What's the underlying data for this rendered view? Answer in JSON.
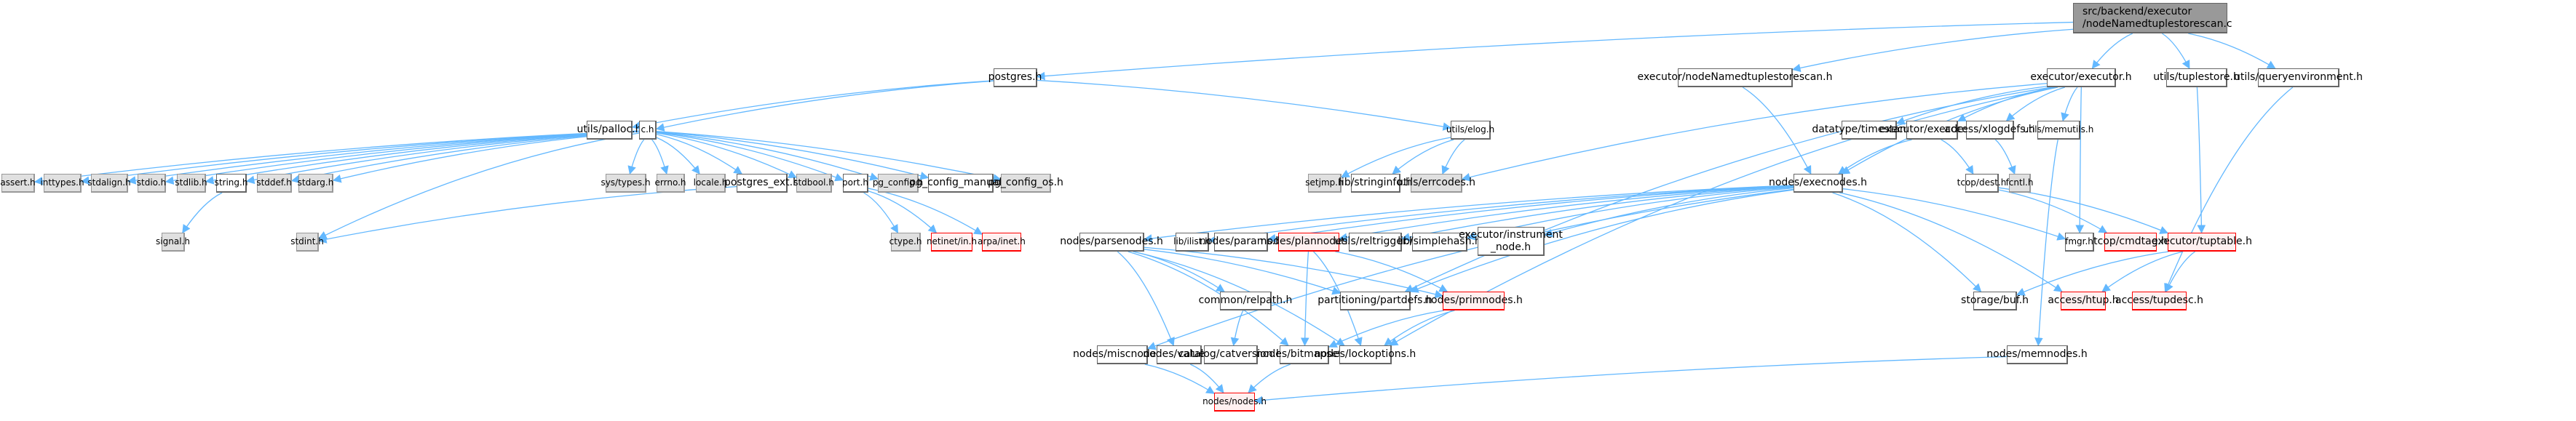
{
  "title": "src/backend/executor/nodeNamedtuplestorescan.c include dependency graph",
  "colors": {
    "edge": "#63b8ff",
    "root_fill": "#999999",
    "system_fill": "#e0e0e0",
    "missing_fill": "#fff0f0",
    "missing_border": "#ff0000"
  },
  "nodes": [
    {
      "id": "root",
      "label": "src/backend/executor\n/nodeNamedtuplestorescan.c",
      "kind": "root"
    },
    {
      "id": "postgres",
      "label": "postgres.h",
      "kind": "normal"
    },
    {
      "id": "nnts_h",
      "label": "executor/nodeNamedtuplestorescan.h",
      "kind": "normal"
    },
    {
      "id": "executor",
      "label": "executor/executor.h",
      "kind": "normal"
    },
    {
      "id": "tuplestore",
      "label": "utils/tuplestore.h",
      "kind": "normal"
    },
    {
      "id": "queryenv",
      "label": "utils/queryenvironment.h",
      "kind": "normal"
    },
    {
      "id": "palloc",
      "label": "utils/palloc.h",
      "kind": "normal"
    },
    {
      "id": "c",
      "label": "c.h",
      "kind": "normal"
    },
    {
      "id": "elog",
      "label": "utils/elog.h",
      "kind": "normal"
    },
    {
      "id": "timestamp",
      "label": "datatype/timestamp.h",
      "kind": "normal"
    },
    {
      "id": "execdesc",
      "label": "executor/execdesc.h",
      "kind": "normal"
    },
    {
      "id": "xlogdefs",
      "label": "access/xlogdefs.h",
      "kind": "normal"
    },
    {
      "id": "memutils",
      "label": "utils/memutils.h",
      "kind": "normal"
    },
    {
      "id": "assert",
      "label": "assert.h",
      "kind": "system"
    },
    {
      "id": "inttypes",
      "label": "inttypes.h",
      "kind": "system"
    },
    {
      "id": "stdalign",
      "label": "stdalign.h",
      "kind": "system"
    },
    {
      "id": "stdio",
      "label": "stdio.h",
      "kind": "system"
    },
    {
      "id": "stdlib",
      "label": "stdlib.h",
      "kind": "system"
    },
    {
      "id": "string",
      "label": "string.h",
      "kind": "normal"
    },
    {
      "id": "stddef",
      "label": "stddef.h",
      "kind": "system"
    },
    {
      "id": "stdarg",
      "label": "stdarg.h",
      "kind": "system"
    },
    {
      "id": "systypes",
      "label": "sys/types.h",
      "kind": "system"
    },
    {
      "id": "errno",
      "label": "errno.h",
      "kind": "system"
    },
    {
      "id": "locale",
      "label": "locale.h",
      "kind": "system"
    },
    {
      "id": "postgres_ext",
      "label": "postgres_ext.h",
      "kind": "normal"
    },
    {
      "id": "stdbool",
      "label": "stdbool.h",
      "kind": "system"
    },
    {
      "id": "port",
      "label": "port.h",
      "kind": "normal"
    },
    {
      "id": "pg_config",
      "label": "pg_config.h",
      "kind": "system"
    },
    {
      "id": "pg_config_manual",
      "label": "pg_config_manual.h",
      "kind": "normal"
    },
    {
      "id": "pg_config_os",
      "label": "pg_config_os.h",
      "kind": "system"
    },
    {
      "id": "setjmp",
      "label": "setjmp.h",
      "kind": "system"
    },
    {
      "id": "stringinfo",
      "label": "lib/stringinfo.h",
      "kind": "normal"
    },
    {
      "id": "errcodes",
      "label": "utils/errcodes.h",
      "kind": "system"
    },
    {
      "id": "execnodes",
      "label": "nodes/execnodes.h",
      "kind": "normal"
    },
    {
      "id": "dest",
      "label": "tcop/dest.h",
      "kind": "normal"
    },
    {
      "id": "fcntl",
      "label": "fcntl.h",
      "kind": "system"
    },
    {
      "id": "signal",
      "label": "signal.h",
      "kind": "system"
    },
    {
      "id": "stdint",
      "label": "stdint.h",
      "kind": "system"
    },
    {
      "id": "ctype",
      "label": "ctype.h",
      "kind": "system"
    },
    {
      "id": "netinet",
      "label": "netinet/in.h",
      "kind": "missing"
    },
    {
      "id": "arpa",
      "label": "arpa/inet.h",
      "kind": "missing"
    },
    {
      "id": "parsenodes",
      "label": "nodes/parsenodes.h",
      "kind": "normal"
    },
    {
      "id": "ilist",
      "label": "lib/ilist.h",
      "kind": "normal"
    },
    {
      "id": "params",
      "label": "nodes/params.h",
      "kind": "normal"
    },
    {
      "id": "plannodes",
      "label": "nodes/plannodes.h",
      "kind": "missing"
    },
    {
      "id": "reltrigger",
      "label": "utils/reltrigger.h",
      "kind": "normal"
    },
    {
      "id": "simplehash",
      "label": "lib/simplehash.h",
      "kind": "normal"
    },
    {
      "id": "instrument",
      "label": "executor/instrument\n_node.h",
      "kind": "normal"
    },
    {
      "id": "fmgr",
      "label": "fmgr.h",
      "kind": "normal"
    },
    {
      "id": "cmdtag",
      "label": "tcop/cmdtag.h",
      "kind": "missing"
    },
    {
      "id": "tuptable",
      "label": "executor/tuptable.h",
      "kind": "missing"
    },
    {
      "id": "relpath",
      "label": "common/relpath.h",
      "kind": "normal"
    },
    {
      "id": "partdefs",
      "label": "partitioning/partdefs.h",
      "kind": "normal"
    },
    {
      "id": "primnodes",
      "label": "nodes/primnodes.h",
      "kind": "missing"
    },
    {
      "id": "storagebuf",
      "label": "storage/buf.h",
      "kind": "normal"
    },
    {
      "id": "htup",
      "label": "access/htup.h",
      "kind": "missing"
    },
    {
      "id": "tupdesc",
      "label": "access/tupdesc.h",
      "kind": "missing"
    },
    {
      "id": "miscnodes",
      "label": "nodes/miscnodes.h",
      "kind": "normal"
    },
    {
      "id": "value",
      "label": "nodes/value.h",
      "kind": "normal"
    },
    {
      "id": "catversion",
      "label": "catalog/catversion.h",
      "kind": "normal"
    },
    {
      "id": "bitmapset",
      "label": "nodes/bitmapset.h",
      "kind": "normal"
    },
    {
      "id": "lockoptions",
      "label": "nodes/lockoptions.h",
      "kind": "normal"
    },
    {
      "id": "memnodes",
      "label": "nodes/memnodes.h",
      "kind": "normal"
    },
    {
      "id": "nodes",
      "label": "nodes/nodes.h",
      "kind": "missing"
    }
  ],
  "edges": [
    [
      "root",
      "postgres"
    ],
    [
      "root",
      "nnts_h"
    ],
    [
      "root",
      "executor"
    ],
    [
      "root",
      "tuplestore"
    ],
    [
      "root",
      "queryenv"
    ],
    [
      "postgres",
      "palloc"
    ],
    [
      "postgres",
      "c"
    ],
    [
      "postgres",
      "elog"
    ],
    [
      "c",
      "assert"
    ],
    [
      "c",
      "inttypes"
    ],
    [
      "c",
      "stdalign"
    ],
    [
      "c",
      "stdio"
    ],
    [
      "c",
      "stdlib"
    ],
    [
      "c",
      "string"
    ],
    [
      "c",
      "stddef"
    ],
    [
      "c",
      "stdarg"
    ],
    [
      "c",
      "systypes"
    ],
    [
      "c",
      "errno"
    ],
    [
      "c",
      "locale"
    ],
    [
      "c",
      "postgres_ext"
    ],
    [
      "c",
      "stdbool"
    ],
    [
      "c",
      "port"
    ],
    [
      "c",
      "pg_config"
    ],
    [
      "c",
      "pg_config_manual"
    ],
    [
      "c",
      "pg_config_os"
    ],
    [
      "c",
      "stdint"
    ],
    [
      "string",
      "signal"
    ],
    [
      "postgres_ext",
      "stdint"
    ],
    [
      "port",
      "ctype"
    ],
    [
      "port",
      "netinet"
    ],
    [
      "port",
      "arpa"
    ],
    [
      "elog",
      "setjmp"
    ],
    [
      "elog",
      "stringinfo"
    ],
    [
      "elog",
      "errcodes"
    ],
    [
      "nnts_h",
      "execnodes"
    ],
    [
      "executor",
      "timestamp"
    ],
    [
      "executor",
      "execdesc"
    ],
    [
      "executor",
      "xlogdefs"
    ],
    [
      "executor",
      "memutils"
    ],
    [
      "executor",
      "execnodes"
    ],
    [
      "executor",
      "fmgr"
    ],
    [
      "executor",
      "partdefs"
    ],
    [
      "executor",
      "lockoptions"
    ],
    [
      "executor",
      "errcodes"
    ],
    [
      "execdesc",
      "execnodes"
    ],
    [
      "execdesc",
      "dest"
    ],
    [
      "xlogdefs",
      "fcntl"
    ],
    [
      "dest",
      "cmdtag"
    ],
    [
      "dest",
      "tuptable"
    ],
    [
      "tuplestore",
      "tuptable"
    ],
    [
      "queryenv",
      "tupdesc"
    ],
    [
      "memutils",
      "memnodes"
    ],
    [
      "execnodes",
      "parsenodes"
    ],
    [
      "execnodes",
      "ilist"
    ],
    [
      "execnodes",
      "params"
    ],
    [
      "execnodes",
      "plannodes"
    ],
    [
      "execnodes",
      "reltrigger"
    ],
    [
      "execnodes",
      "simplehash"
    ],
    [
      "execnodes",
      "instrument"
    ],
    [
      "execnodes",
      "fmgr"
    ],
    [
      "execnodes",
      "storagebuf"
    ],
    [
      "execnodes",
      "htup"
    ],
    [
      "execnodes",
      "miscnodes"
    ],
    [
      "execnodes",
      "partdefs"
    ],
    [
      "parsenodes",
      "relpath"
    ],
    [
      "parsenodes",
      "partdefs"
    ],
    [
      "parsenodes",
      "primnodes"
    ],
    [
      "parsenodes",
      "value"
    ],
    [
      "parsenodes",
      "bitmapset"
    ],
    [
      "parsenodes",
      "lockoptions"
    ],
    [
      "plannodes",
      "primnodes"
    ],
    [
      "plannodes",
      "bitmapset"
    ],
    [
      "plannodes",
      "lockoptions"
    ],
    [
      "primnodes",
      "bitmapset"
    ],
    [
      "primnodes",
      "lockoptions"
    ],
    [
      "relpath",
      "catversion"
    ],
    [
      "tuptable",
      "storagebuf"
    ],
    [
      "tuptable",
      "htup"
    ],
    [
      "tuptable",
      "tupdesc"
    ],
    [
      "miscnodes",
      "nodes"
    ],
    [
      "value",
      "nodes"
    ],
    [
      "bitmapset",
      "nodes"
    ],
    [
      "memnodes",
      "nodes"
    ]
  ]
}
